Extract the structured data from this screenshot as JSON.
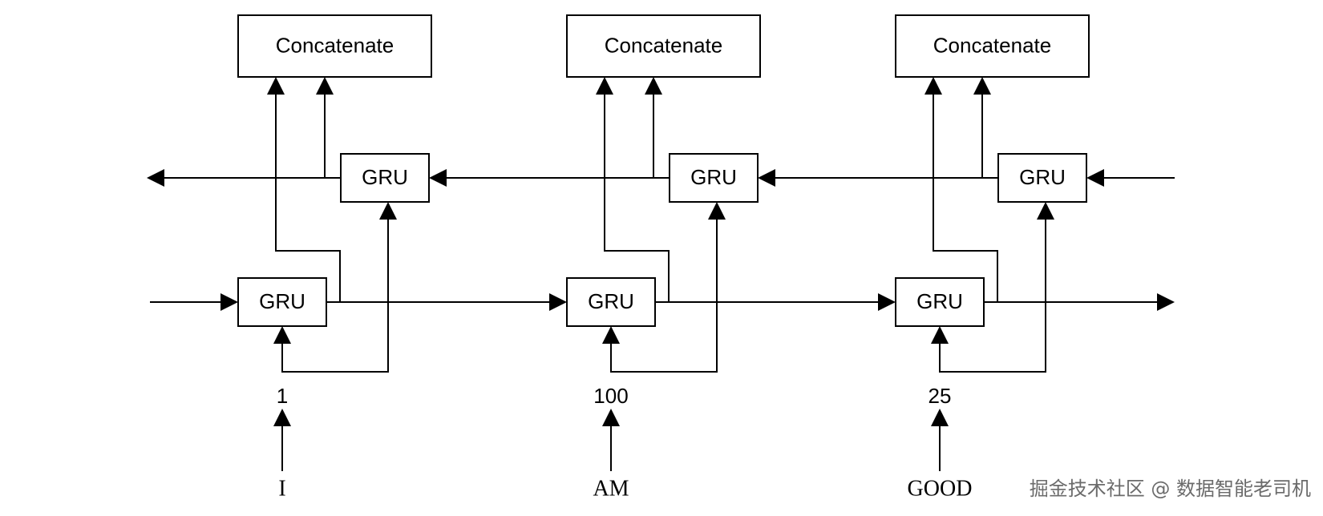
{
  "columns": [
    {
      "concat_label": "Concatenate",
      "backward_label": "GRU",
      "forward_label": "GRU",
      "token_id": "1",
      "word": "I"
    },
    {
      "concat_label": "Concatenate",
      "backward_label": "GRU",
      "forward_label": "GRU",
      "token_id": "100",
      "word": "AM"
    },
    {
      "concat_label": "Concatenate",
      "backward_label": "GRU",
      "forward_label": "GRU",
      "token_id": "25",
      "word": "GOOD"
    }
  ],
  "watermark": "掘金技术社区 @ 数据智能老司机"
}
